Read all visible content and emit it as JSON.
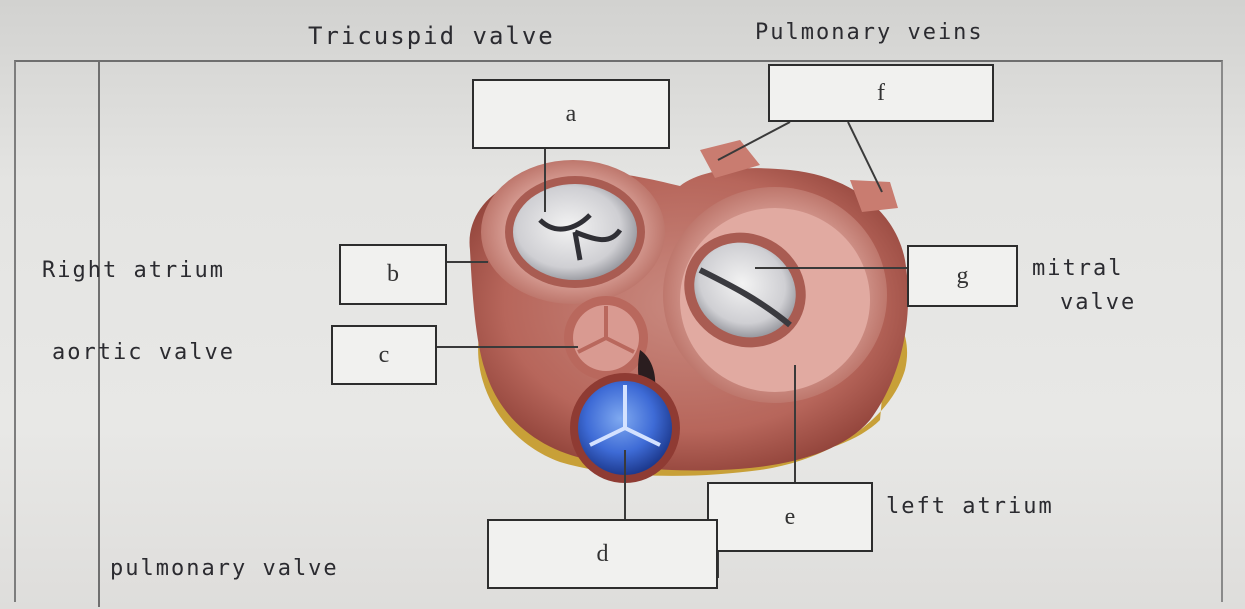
{
  "handwritten": {
    "tricuspid": "Tricuspid valve",
    "pulmonary_veins": "Pulmonary veins",
    "right_atrium": "Right atrium",
    "aortic_valve": "aortic valve",
    "mitral_line1": "mitral",
    "mitral_line2": "valve",
    "left_atrium": "left atrium",
    "pulmonary_valve": "pulmonary valve"
  },
  "boxes": {
    "a": "a",
    "b": "b",
    "c": "c",
    "d": "d",
    "e": "e",
    "f": "f",
    "g": "g"
  }
}
